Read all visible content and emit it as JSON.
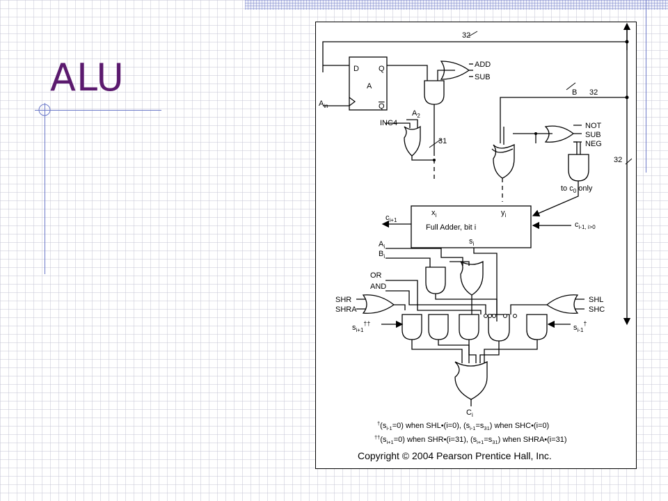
{
  "slide": {
    "title": "ALU",
    "accent_color": "#5b1a6e",
    "rule_color": "#6b78c8"
  },
  "diagram": {
    "bus_labels": {
      "top": "32",
      "b_name": "B",
      "b_width": "32",
      "right": "32",
      "x_width": "31"
    },
    "register": {
      "d": "D",
      "q": "Q",
      "name": "A",
      "qbar": "Q",
      "clock": "A",
      "clock_sub": "in"
    },
    "controls": {
      "add": "ADD",
      "sub": "SUB",
      "inc4": "INC4",
      "a2": "A",
      "a2_sub": "2",
      "not": "NOT",
      "sub2": "SUB",
      "neg": "NEG",
      "to_co": "to c",
      "to_co_sub": "0",
      "to_co_tail": " only"
    },
    "adder": {
      "name": "Full Adder, bit i",
      "x": "x",
      "x_sub": "i",
      "y": "y",
      "y_sub": "i",
      "s": "s",
      "s_sub": "i",
      "cout": "c",
      "cout_sub": "i+1",
      "cin": "c",
      "cin_sub": "i-1, i>0"
    },
    "logic": {
      "ai": "A",
      "ai_sub": "i",
      "bi": "B",
      "bi_sub": "i",
      "or": "OR",
      "and": "AND",
      "shr": "SHR",
      "shra": "SHRA",
      "shl": "SHL",
      "shc": "SHC",
      "s_left": "s",
      "s_left_sub": "i+1",
      "s_left_mark": "††",
      "s_right": "s",
      "s_right_sub": "i-1",
      "s_right_mark": "†",
      "ci": "C",
      "ci_sub": "i"
    },
    "footnotes": {
      "fn1": [
        {
          "t": "†",
          "sup": true
        },
        {
          "t": "(s"
        },
        {
          "t": "i-1",
          "sub": true
        },
        {
          "t": "=0) when SHL•(i=0), (s"
        },
        {
          "t": "i-1",
          "sub": true
        },
        {
          "t": "=s"
        },
        {
          "t": "31",
          "sub": true
        },
        {
          "t": ") when SHC•(i=0)"
        }
      ],
      "fn2": [
        {
          "t": "††",
          "sup": true
        },
        {
          "t": "(s"
        },
        {
          "t": "i+1",
          "sub": true
        },
        {
          "t": "=0) when SHR•(i=31), (s"
        },
        {
          "t": "i+1",
          "sub": true
        },
        {
          "t": "=s"
        },
        {
          "t": "31",
          "sub": true
        },
        {
          "t": ") when SHRA•(i=31)"
        }
      ],
      "copyright": "Copyright © 2004 Pearson Prentice Hall, Inc."
    }
  }
}
